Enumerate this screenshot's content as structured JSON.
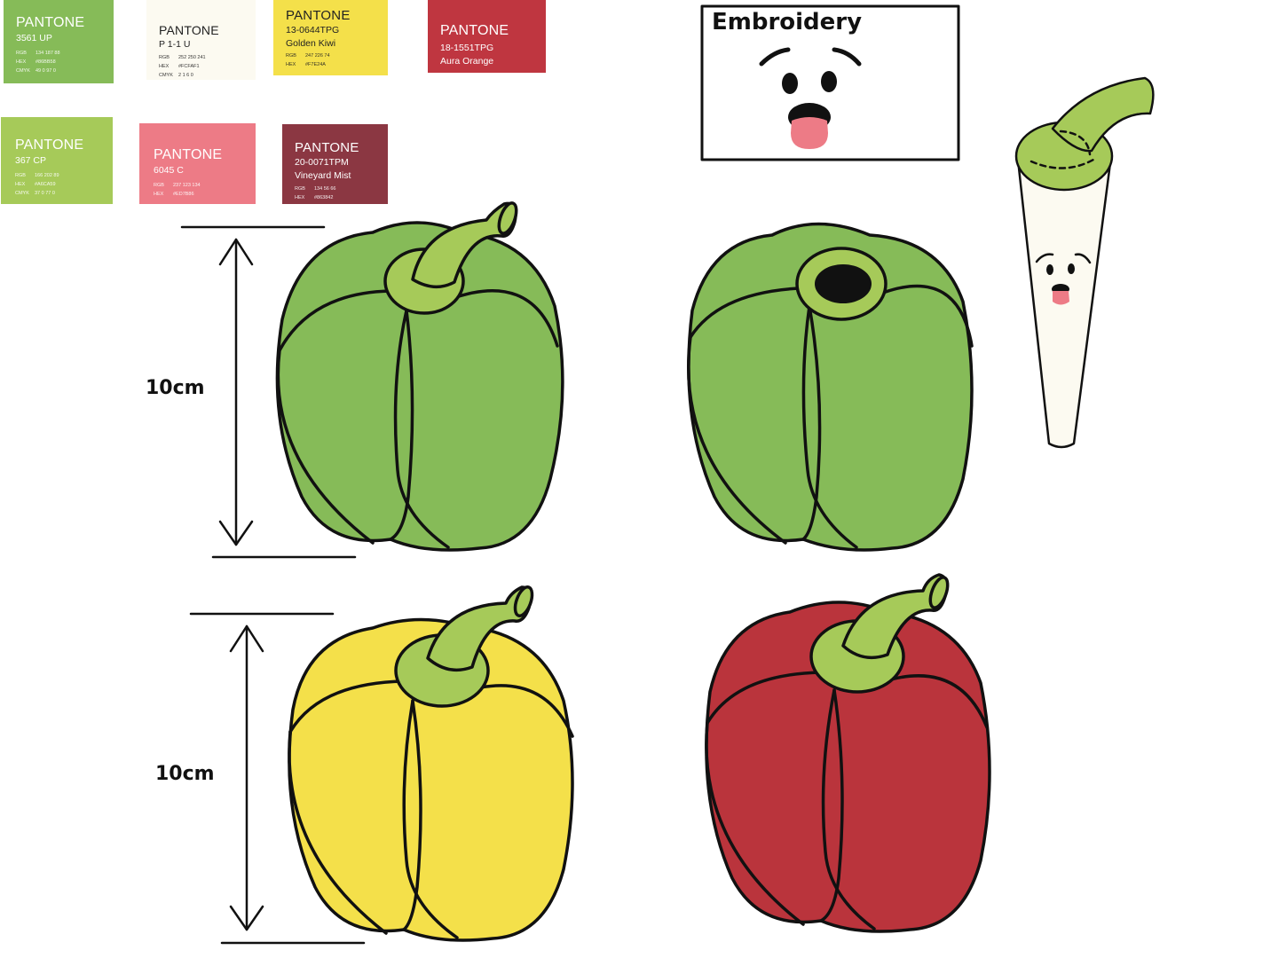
{
  "swatches": [
    {
      "brand": "PANTONE",
      "code": "3561 UP",
      "name": "",
      "details": [
        [
          "RGB",
          "134 187 88"
        ],
        [
          "HEX",
          "#86BB58"
        ],
        [
          "CMYK",
          "49 0 97 0"
        ]
      ],
      "color": "#86BB58",
      "text": "light"
    },
    {
      "brand": "PANTONE",
      "code": "P 1-1 U",
      "name": "",
      "details": [
        [
          "RGB",
          "252 250 241"
        ],
        [
          "HEX",
          "#FCFAF1"
        ],
        [
          "CMYK",
          "2 1 6 0"
        ]
      ],
      "color": "#FCFAF1",
      "text": "dark"
    },
    {
      "brand": "PANTONE",
      "code": "13-0644TPG",
      "name": "Golden Kiwi",
      "details": [
        [
          "RGB",
          "247 226 74"
        ],
        [
          "HEX",
          "#F7E24A"
        ]
      ],
      "color": "#F4E04A",
      "text": "dark"
    },
    {
      "brand": "PANTONE",
      "code": "18-1551TPG",
      "name": "Aura Orange",
      "details": [],
      "color": "#BF3640",
      "text": "light"
    },
    {
      "brand": "PANTONE",
      "code": "367 CP",
      "name": "",
      "details": [
        [
          "RGB",
          "166 202 89"
        ],
        [
          "HEX",
          "#A6CA59"
        ],
        [
          "CMYK",
          "37 0 77 0"
        ]
      ],
      "color": "#A6CA59",
      "text": "light"
    },
    {
      "brand": "PANTONE",
      "code": "6045 C",
      "name": "",
      "details": [
        [
          "RGB",
          "237 123 134"
        ],
        [
          "HEX",
          "#ED7B86"
        ]
      ],
      "color": "#ED7B86",
      "text": "light"
    },
    {
      "brand": "PANTONE",
      "code": "20-0071TPM",
      "name": "Vineyard Mist",
      "details": [
        [
          "RGB",
          "134 56 66"
        ],
        [
          "HEX",
          "#863842"
        ]
      ],
      "color": "#8B3742",
      "text": "light"
    }
  ],
  "embroidery_label": "Embroidery",
  "dimensions": {
    "top_label": "10cm",
    "bottom_label": "10cm"
  },
  "colors": {
    "green_body": "#86BB58",
    "green_stem": "#A6CA59",
    "yellow_body": "#F4E04A",
    "red_body": "#BA343C",
    "mouth": "#ED7B86",
    "cream": "#FCFAF1",
    "outline": "#111111"
  },
  "illustrations": [
    "green-pepper",
    "green-pepper-top-hole",
    "yellow-pepper",
    "red-pepper",
    "pepper-stem-character",
    "embroidery-face"
  ]
}
